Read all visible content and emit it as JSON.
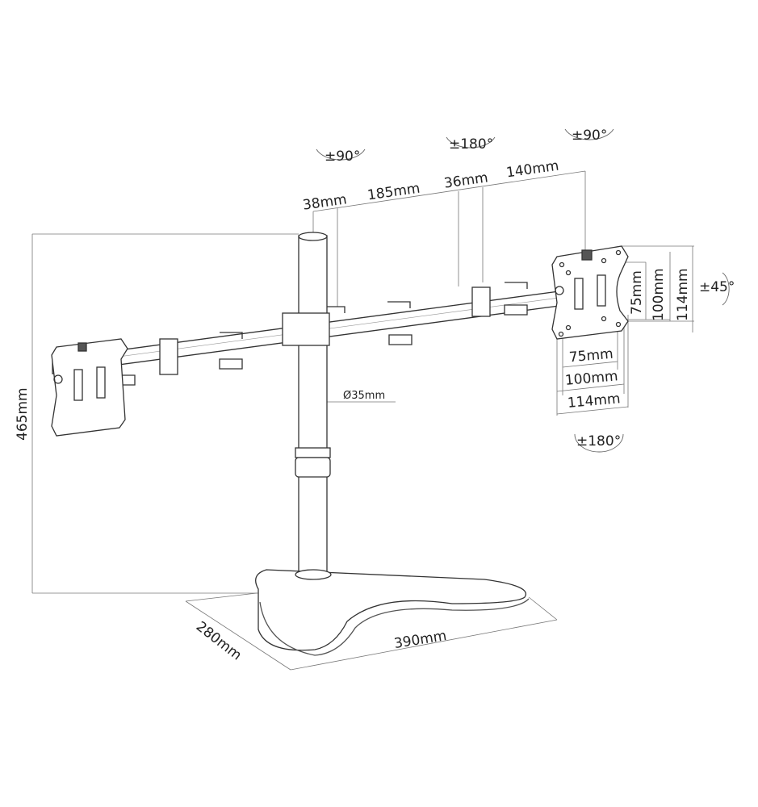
{
  "rotation": {
    "left_arm_tilt": "±90°",
    "center_swivel": "±180°",
    "right_arm_tilt": "±90°",
    "plate_tilt": "±45°",
    "plate_rotate": "±180°"
  },
  "arm_dimensions": {
    "d1": "38mm",
    "d2": "185mm",
    "d3": "36mm",
    "d4": "140mm"
  },
  "vesa": {
    "v75": "75mm",
    "v100": "100mm",
    "v114": "114mm",
    "h75": "75mm",
    "h100": "100mm",
    "h114": "114mm"
  },
  "pole_diameter": "Ø35mm",
  "height": "465mm",
  "base_depth": "280mm",
  "base_width": "390mm"
}
